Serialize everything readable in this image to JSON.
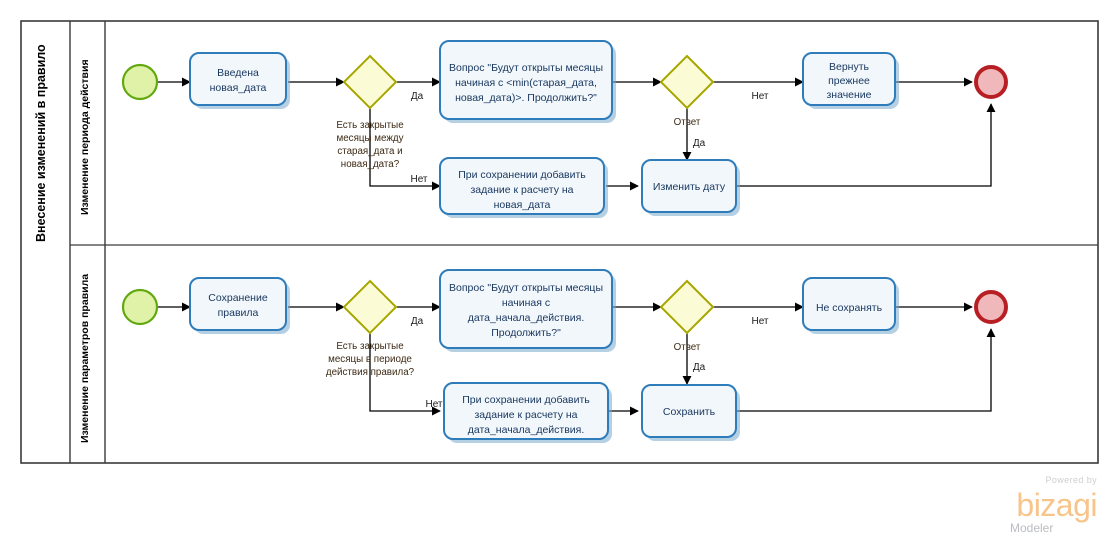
{
  "pool": {
    "title": "Внесение изменений в правило",
    "lanes": [
      {
        "id": "lane1",
        "title": "Изменение периода действия"
      },
      {
        "id": "lane2",
        "title": "Изменение параметров правила"
      }
    ]
  },
  "lane1": {
    "start_event": "start-event",
    "task_entered_date": {
      "line1": "Введена",
      "line2": "новая_дата"
    },
    "gateway1_caption": {
      "line1": "Есть закрытые",
      "line2": "месяцы между",
      "line3": "старая_дата и",
      "line4": "новая_дата?"
    },
    "gateway1_yes": "Да",
    "gateway1_no": "Нет",
    "task_question": {
      "line1": "Вопрос \"Будут открыты месяцы",
      "line2": "начиная с <min(старая_дата,",
      "line3": "новая_дата)>. Продолжить?\""
    },
    "gateway2_caption": "Ответ",
    "gateway2_no": "Нет",
    "gateway2_yes": "Да",
    "task_revert": {
      "line1": "Вернуть",
      "line2": "прежнее",
      "line3": "значение"
    },
    "task_add_job": {
      "line1": "При сохранении добавить",
      "line2": "задание к расчету на",
      "line3": "новая_дата"
    },
    "task_change_date": {
      "line1": "Изменить дату"
    },
    "end_event": "end-event"
  },
  "lane2": {
    "start_event": "start-event",
    "task_save_rule": {
      "line1": "Сохранение",
      "line2": "правила"
    },
    "gateway1_caption": {
      "line1": "Есть закрытые",
      "line2": "месяцы в периоде",
      "line3": "действия правила?"
    },
    "gateway1_yes": "Да",
    "gateway1_no": "Нет",
    "task_question": {
      "line1": "Вопрос \"Будут открыты месяцы",
      "line2": "начиная с",
      "line3": "дата_начала_действия.",
      "line4": "Продолжить?\""
    },
    "gateway2_caption": "Ответ",
    "gateway2_no": "Нет",
    "gateway2_yes": "Да",
    "task_dont_save": {
      "line1": "Не сохранять"
    },
    "task_add_job": {
      "line1": "При сохранении добавить",
      "line2": "задание к расчету на",
      "line3": "дата_начала_действия."
    },
    "task_save": {
      "line1": "Сохранить"
    },
    "end_event": "end-event"
  },
  "branding": {
    "powered_by": "Powered by",
    "brand": "bizagi",
    "product": "Modeler"
  },
  "colors": {
    "task_border": "#2f7cbb",
    "task_fill": "#f2f7fc",
    "gateway_border": "#a7a700",
    "gateway_fill": "#fbfbd6",
    "start_border": "#62a80f",
    "start_fill": "#dff2a8",
    "end_border": "#b81f24",
    "end_fill": "#f0b8ba",
    "pool_border": "#3a3a3a",
    "brand_orange": "#f7c48a"
  }
}
